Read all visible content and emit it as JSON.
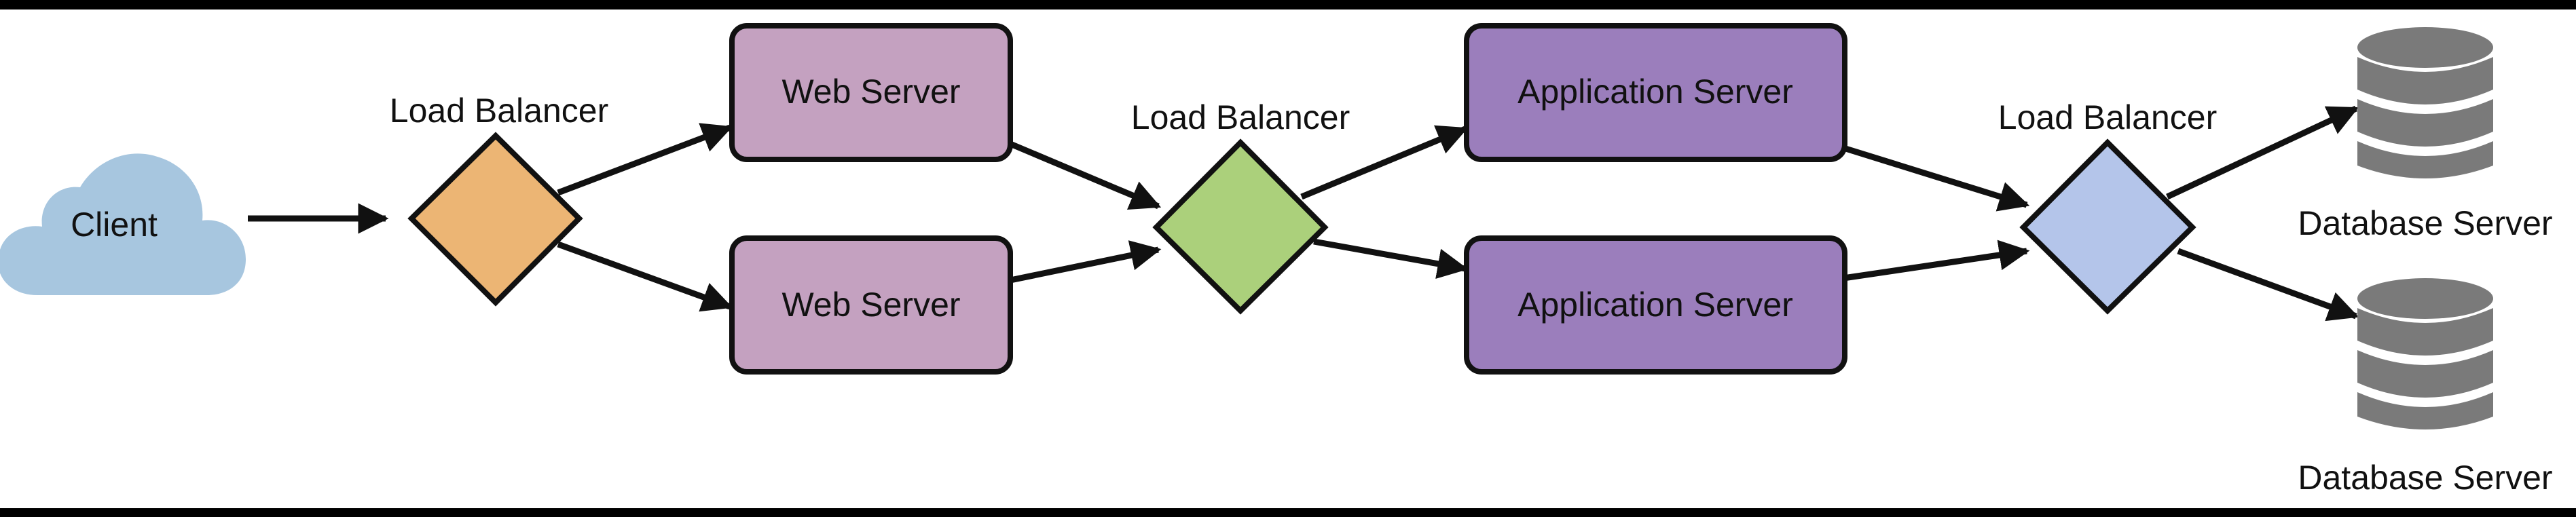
{
  "nodes": {
    "client": {
      "label": "Client"
    },
    "lb1": {
      "label": "Load Balancer"
    },
    "web1": {
      "label": "Web Server"
    },
    "web2": {
      "label": "Web Server"
    },
    "lb2": {
      "label": "Load Balancer"
    },
    "app1": {
      "label": "Application Server"
    },
    "app2": {
      "label": "Application Server"
    },
    "lb3": {
      "label": "Load Balancer"
    },
    "db1": {
      "label": "Database Server"
    },
    "db2": {
      "label": "Database Server"
    }
  },
  "colors": {
    "client_cloud": "#a7c6df",
    "lb1": "#ecb574",
    "lb2": "#abd07b",
    "lb3": "#b4c5ea",
    "web_server": "#c4a1c0",
    "app_server": "#9b7ebc",
    "database": "#7a7a7a",
    "stroke": "#111111"
  },
  "icons": {
    "cloud": "cloud-icon",
    "balancer": "diamond-icon",
    "database": "database-cylinder-icon"
  }
}
